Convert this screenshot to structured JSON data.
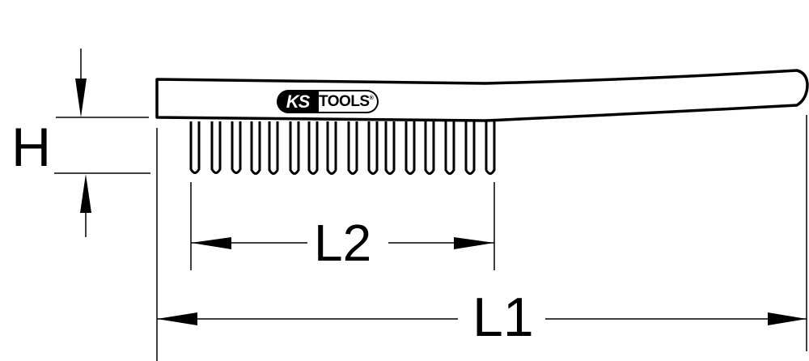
{
  "diagram": {
    "subject": "wire brush technical dimension drawing",
    "brand_logo": {
      "ks": "KS",
      "tools": "TOOLS",
      "registered": "®"
    },
    "dimensions": {
      "h": {
        "label": "H",
        "meaning": "bristle height"
      },
      "l2": {
        "label": "L2",
        "meaning": "bristle field length"
      },
      "l1": {
        "label": "L1",
        "meaning": "overall length"
      }
    },
    "bristle_count": 16,
    "colors": {
      "line": "#000000",
      "background": "#ffffff"
    }
  }
}
